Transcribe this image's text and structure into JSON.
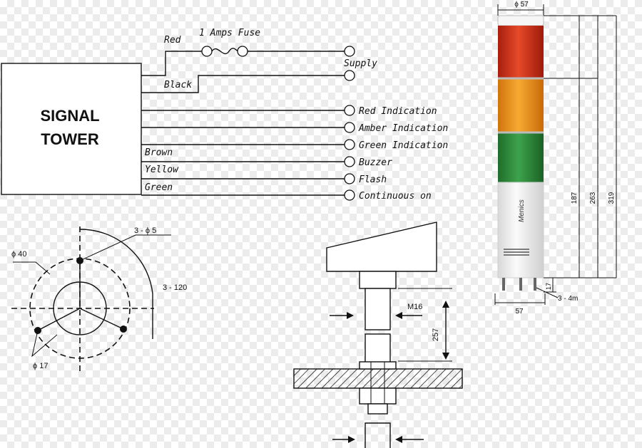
{
  "wiring": {
    "box_title_line1": "SIGNAL",
    "box_title_line2": "TOWER",
    "wire_red": "Red",
    "wire_black": "Black",
    "wire_brown": "Brown",
    "wire_yellow": "Yellow",
    "wire_green": "Green",
    "fuse_label": "1 Amps Fuse",
    "terminals": [
      "Supply",
      "Red Indication",
      "Amber Indication",
      "Green Indication",
      "Buzzer",
      "Flash",
      "Continuous on"
    ]
  },
  "base_view": {
    "dia_outer": "ϕ 40",
    "holes": "3 - ϕ 5",
    "dia_hole": "ϕ 17",
    "angle": "3 - 120"
  },
  "mount_view": {
    "thread": "M16",
    "length": "257"
  },
  "tower_view": {
    "dia_top": "ϕ 57",
    "width_bottom": "57",
    "h1": "187",
    "h2": "263",
    "h3": "319",
    "h4": "17",
    "screw": "3 - 4m",
    "logo": "Menics",
    "colors": {
      "red": "#d8321e",
      "amber": "#f0961e",
      "green": "#2e8b3a",
      "base": "#f1f1f1"
    }
  }
}
